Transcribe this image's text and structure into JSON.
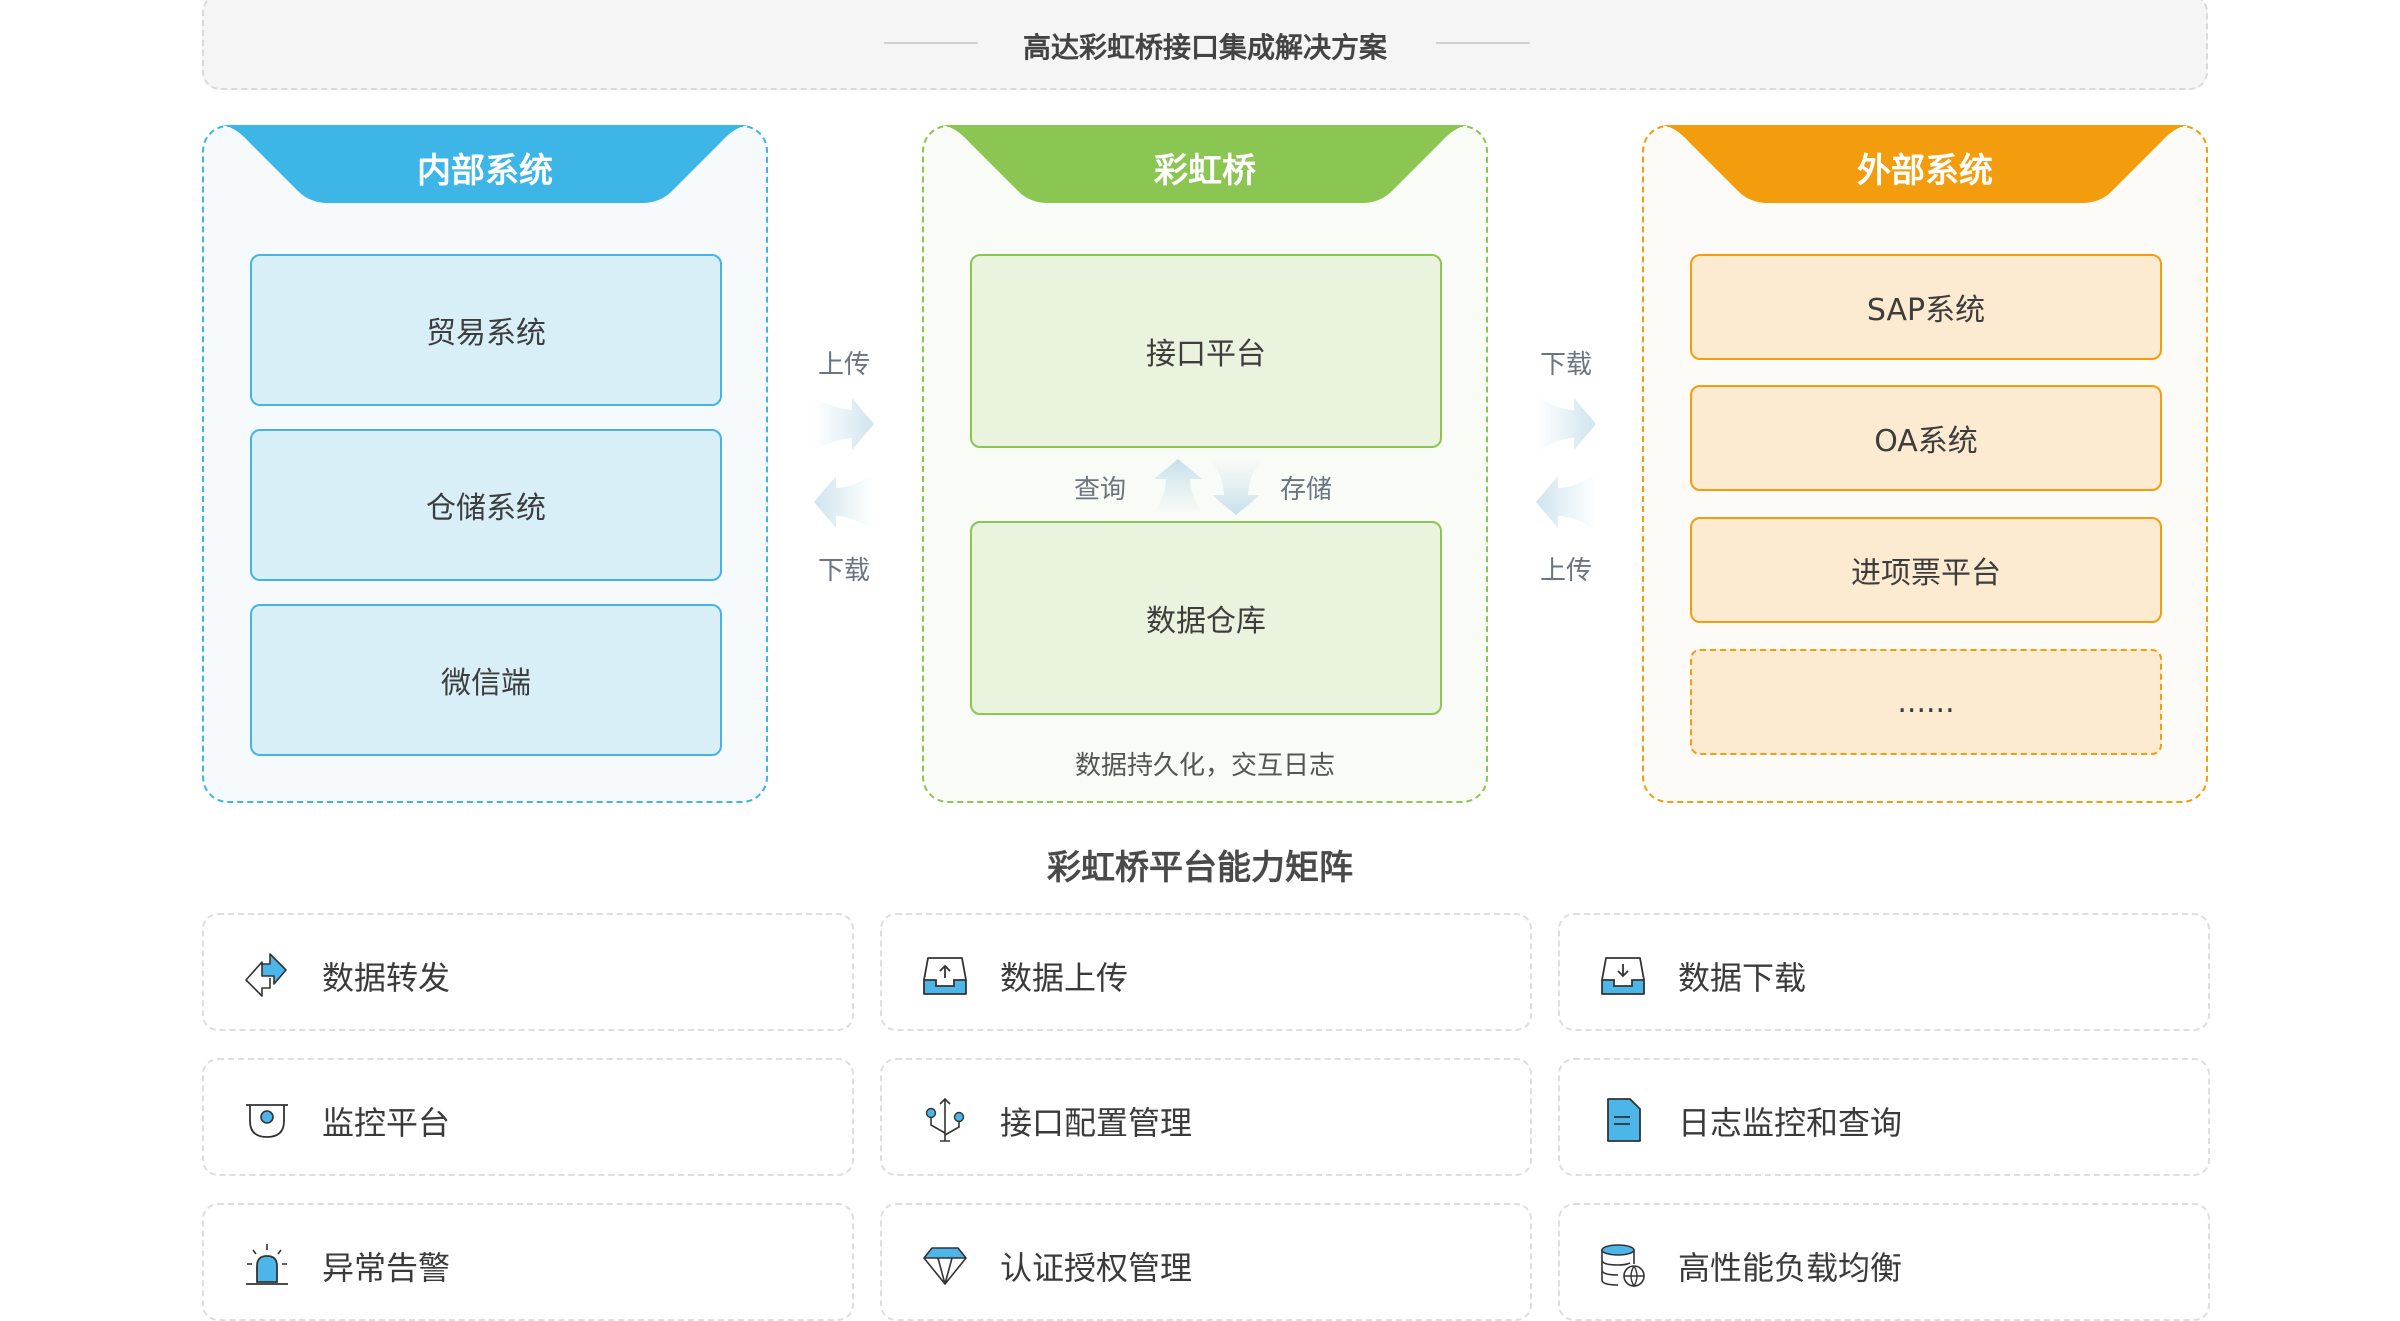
{
  "banner": {
    "title": "高达彩虹桥接口集成解决方案"
  },
  "colors": {
    "internal_accent": "#3db5e6",
    "internal_box_fill": "#d9eff8",
    "bridge_accent": "#8bc653",
    "bridge_box_fill": "#e9f3de",
    "external_accent": "#f39c0e",
    "external_box_fill": "#fcebd0",
    "icon_accent": "#4db6e8"
  },
  "panels": {
    "internal": {
      "title": "内部系统",
      "items": [
        {
          "label": "贸易系统"
        },
        {
          "label": "仓储系统"
        },
        {
          "label": "微信端"
        }
      ]
    },
    "bridge": {
      "title": "彩虹桥",
      "top_box": "接口平台",
      "bottom_box": "数据仓库",
      "query_label": "查询",
      "store_label": "存储",
      "caption": "数据持久化，交互日志"
    },
    "external": {
      "title": "外部系统",
      "items": [
        {
          "label": "SAP系统"
        },
        {
          "label": "OA系统"
        },
        {
          "label": "进项票平台"
        },
        {
          "label": "......"
        }
      ]
    }
  },
  "flows": {
    "left": {
      "top_label": "上传",
      "bottom_label": "下载"
    },
    "right": {
      "top_label": "下载",
      "bottom_label": "上传"
    }
  },
  "matrix": {
    "title": "彩虹桥平台能力矩阵",
    "cells": [
      {
        "label": "数据转发",
        "icon": "transfer-arrows-icon"
      },
      {
        "label": "数据上传",
        "icon": "inbox-upload-icon"
      },
      {
        "label": "数据下载",
        "icon": "inbox-download-icon"
      },
      {
        "label": "监控平台",
        "icon": "monitor-camera-icon"
      },
      {
        "label": "接口配置管理",
        "icon": "usb-interface-icon"
      },
      {
        "label": "日志监控和查询",
        "icon": "log-document-icon"
      },
      {
        "label": "异常告警",
        "icon": "alarm-light-icon"
      },
      {
        "label": "认证授权管理",
        "icon": "diamond-icon"
      },
      {
        "label": "高性能负载均衡",
        "icon": "database-globe-icon"
      }
    ]
  }
}
